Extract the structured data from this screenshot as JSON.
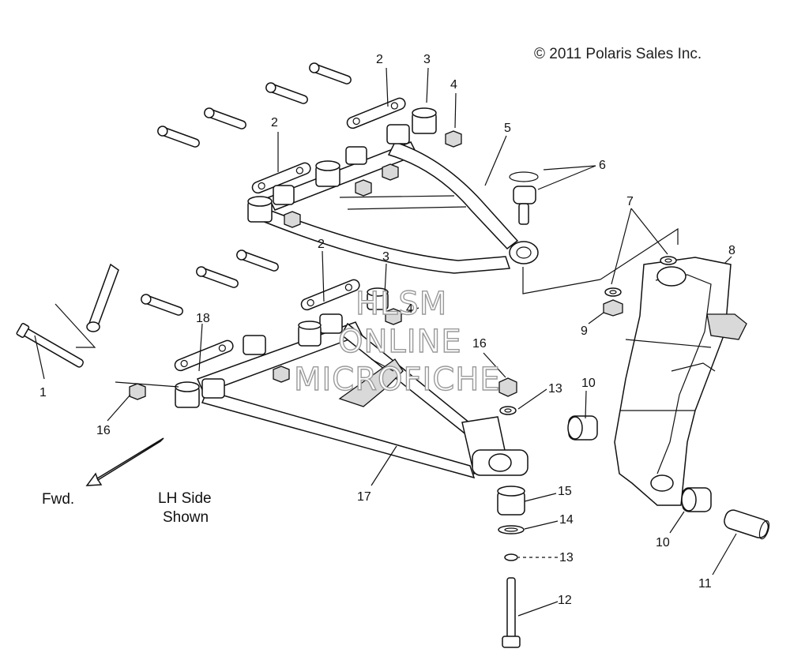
{
  "copyright": "© 2011 Polaris Sales Inc.",
  "watermark": {
    "line1": "HLSM",
    "line2": "ONLINE",
    "line3": "MICROFICHE"
  },
  "direction": {
    "forward_label": "Fwd."
  },
  "side_note": {
    "line1": "LH Side",
    "line2": "Shown"
  },
  "callouts": {
    "c1": "1",
    "c2a": "2",
    "c2b": "2",
    "c2c": "2",
    "c3a": "3",
    "c3b": "3",
    "c4a": "4",
    "c4b": "4",
    "c5": "5",
    "c6": "6",
    "c7": "7",
    "c8": "8",
    "c9": "9",
    "c10a": "10",
    "c10b": "10",
    "c11": "11",
    "c12": "12",
    "c13a": "13",
    "c13b": "13",
    "c14": "14",
    "c15": "15",
    "c16a": "16",
    "c16b": "16",
    "c17": "17",
    "c18": "18"
  }
}
